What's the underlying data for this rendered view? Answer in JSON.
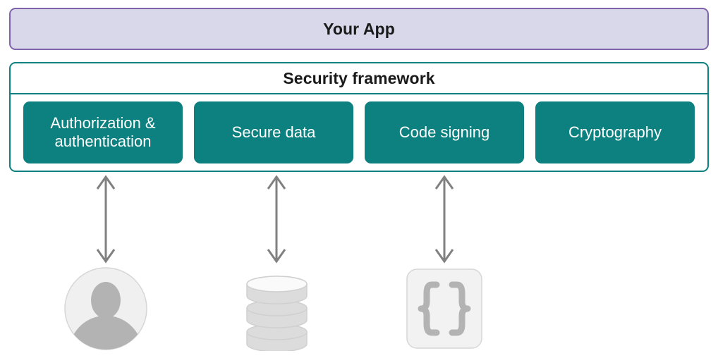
{
  "diagram": {
    "app": {
      "label": "Your App",
      "fill_color": "#d8d8ea",
      "border_color": "#7f63ab"
    },
    "framework": {
      "title": "Security framework",
      "border_color": "#0d8080",
      "fill_color": "#ffffff",
      "capabilities": [
        {
          "label": "Authorization & authentication",
          "color": "#0d8080"
        },
        {
          "label": "Secure data",
          "color": "#0d8080"
        },
        {
          "label": "Code signing",
          "color": "#0d8080"
        },
        {
          "label": "Cryptography",
          "color": "#0d8080"
        }
      ]
    },
    "connectors": [
      {
        "name": "connector-authorization",
        "type": "double-headed-arrow",
        "color": "#808080"
      },
      {
        "name": "connector-secure-data",
        "type": "double-headed-arrow",
        "color": "#808080"
      },
      {
        "name": "connector-code-signing",
        "type": "double-headed-arrow",
        "color": "#808080"
      }
    ],
    "endpoints": [
      {
        "name": "user-avatar-icon",
        "icon": "user-avatar-icon",
        "color": "#b3b3b3"
      },
      {
        "name": "database-icon",
        "icon": "database-icon",
        "color": "#dcdcdc"
      },
      {
        "name": "code-braces-icon",
        "icon": "code-braces-icon",
        "color": "#b3b3b3"
      }
    ]
  }
}
